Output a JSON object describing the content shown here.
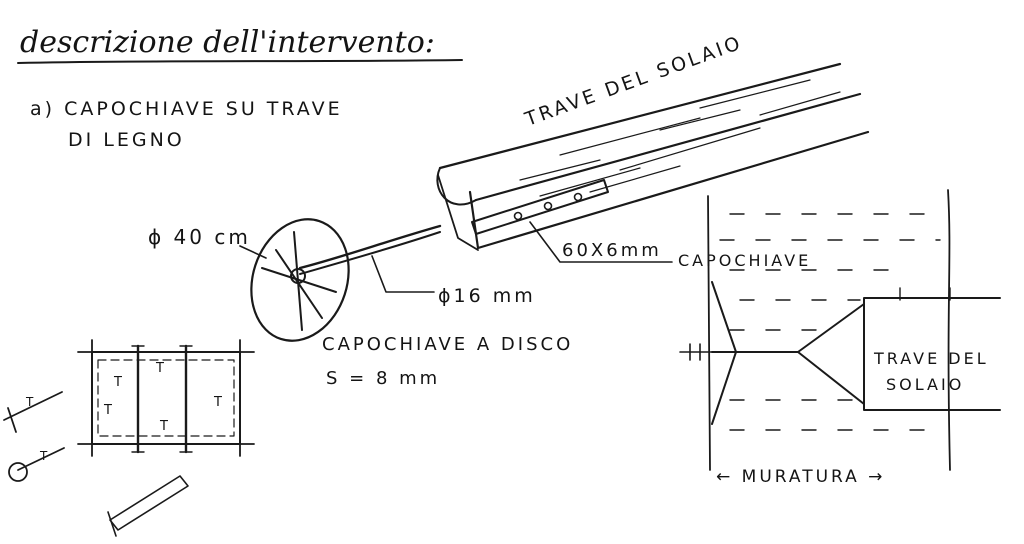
{
  "heading": "descrizione dell'intervento:",
  "item_a": {
    "line1": "a) CAPOCHIAVE SU TRAVE",
    "line2": "DI LEGNO"
  },
  "main_sketch": {
    "beam_label": "TRAVE DEL SOLAIO",
    "disc_diameter": "ϕ 40 cm",
    "plate_size": "60X6mm",
    "plate_label": "CAPOCHIAVE",
    "rod_diameter": "ϕ16 mm",
    "disc_label": "CAPOCHIAVE A DISCO",
    "disc_thickness": "S = 8 mm"
  },
  "plan_sketch": {
    "tag": "T"
  },
  "section_sketch": {
    "beam_label_line1": "TRAVE DEL",
    "beam_label_line2": "SOLAIO",
    "wall_label": "← MURATURA →"
  },
  "colors": {
    "ink": "#1a1a1a",
    "paper": "#ffffff"
  }
}
